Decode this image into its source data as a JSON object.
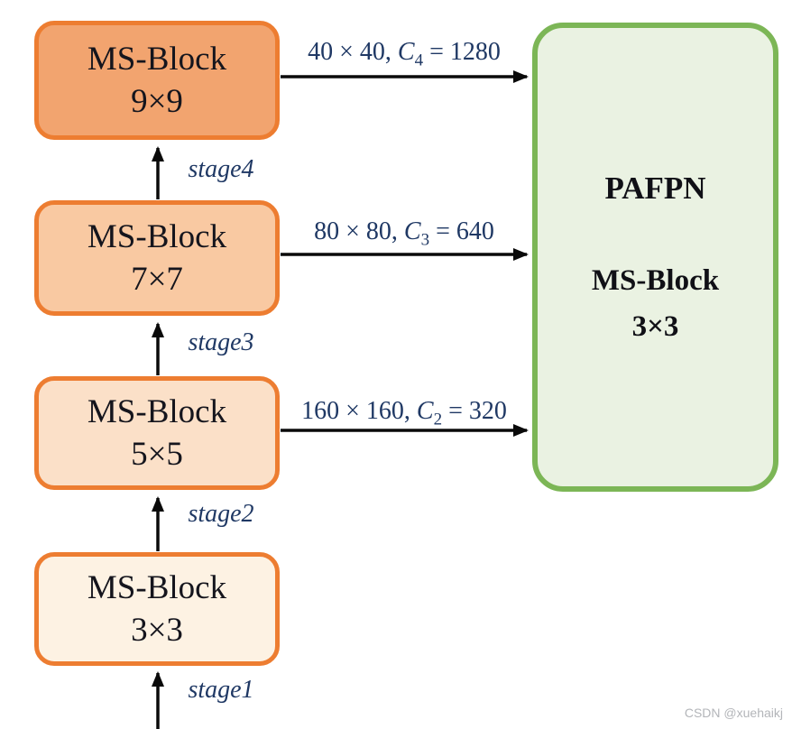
{
  "backbone": {
    "blocks": [
      {
        "line1": "MS-Block",
        "line2": "9×9",
        "fill": "#F2A46F"
      },
      {
        "line1": "MS-Block",
        "line2": "7×7",
        "fill": "#F9C9A2"
      },
      {
        "line1": "MS-Block",
        "line2": "5×5",
        "fill": "#FBE0C8"
      },
      {
        "line1": "MS-Block",
        "line2": "3×3",
        "fill": "#FDF2E3"
      }
    ],
    "stages": [
      {
        "label": "stage4"
      },
      {
        "label": "stage3"
      },
      {
        "label": "stage2"
      },
      {
        "label": "stage1"
      }
    ]
  },
  "connections": [
    {
      "size_text": "40 × 40, ",
      "var": "C",
      "subscript": "4",
      "value_text": " = 1280"
    },
    {
      "size_text": "80 × 80, ",
      "var": "C",
      "subscript": "3",
      "value_text": " = 640"
    },
    {
      "size_text": "160 × 160, ",
      "var": "C",
      "subscript": "2",
      "value_text": " = 320"
    }
  ],
  "neck": {
    "title": "PAFPN",
    "block_line1": "MS-Block",
    "block_line2": "3×3"
  },
  "watermark": "CSDN @xuehaikj",
  "colors": {
    "backbone_border": "#ED7D31",
    "neck_border": "#7CB656",
    "neck_fill": "#EAF2E2",
    "label_text": "#1F3864",
    "block_text": "#15151D",
    "arrow": "#0A0A0A",
    "watermark": "#B3B5B9"
  }
}
